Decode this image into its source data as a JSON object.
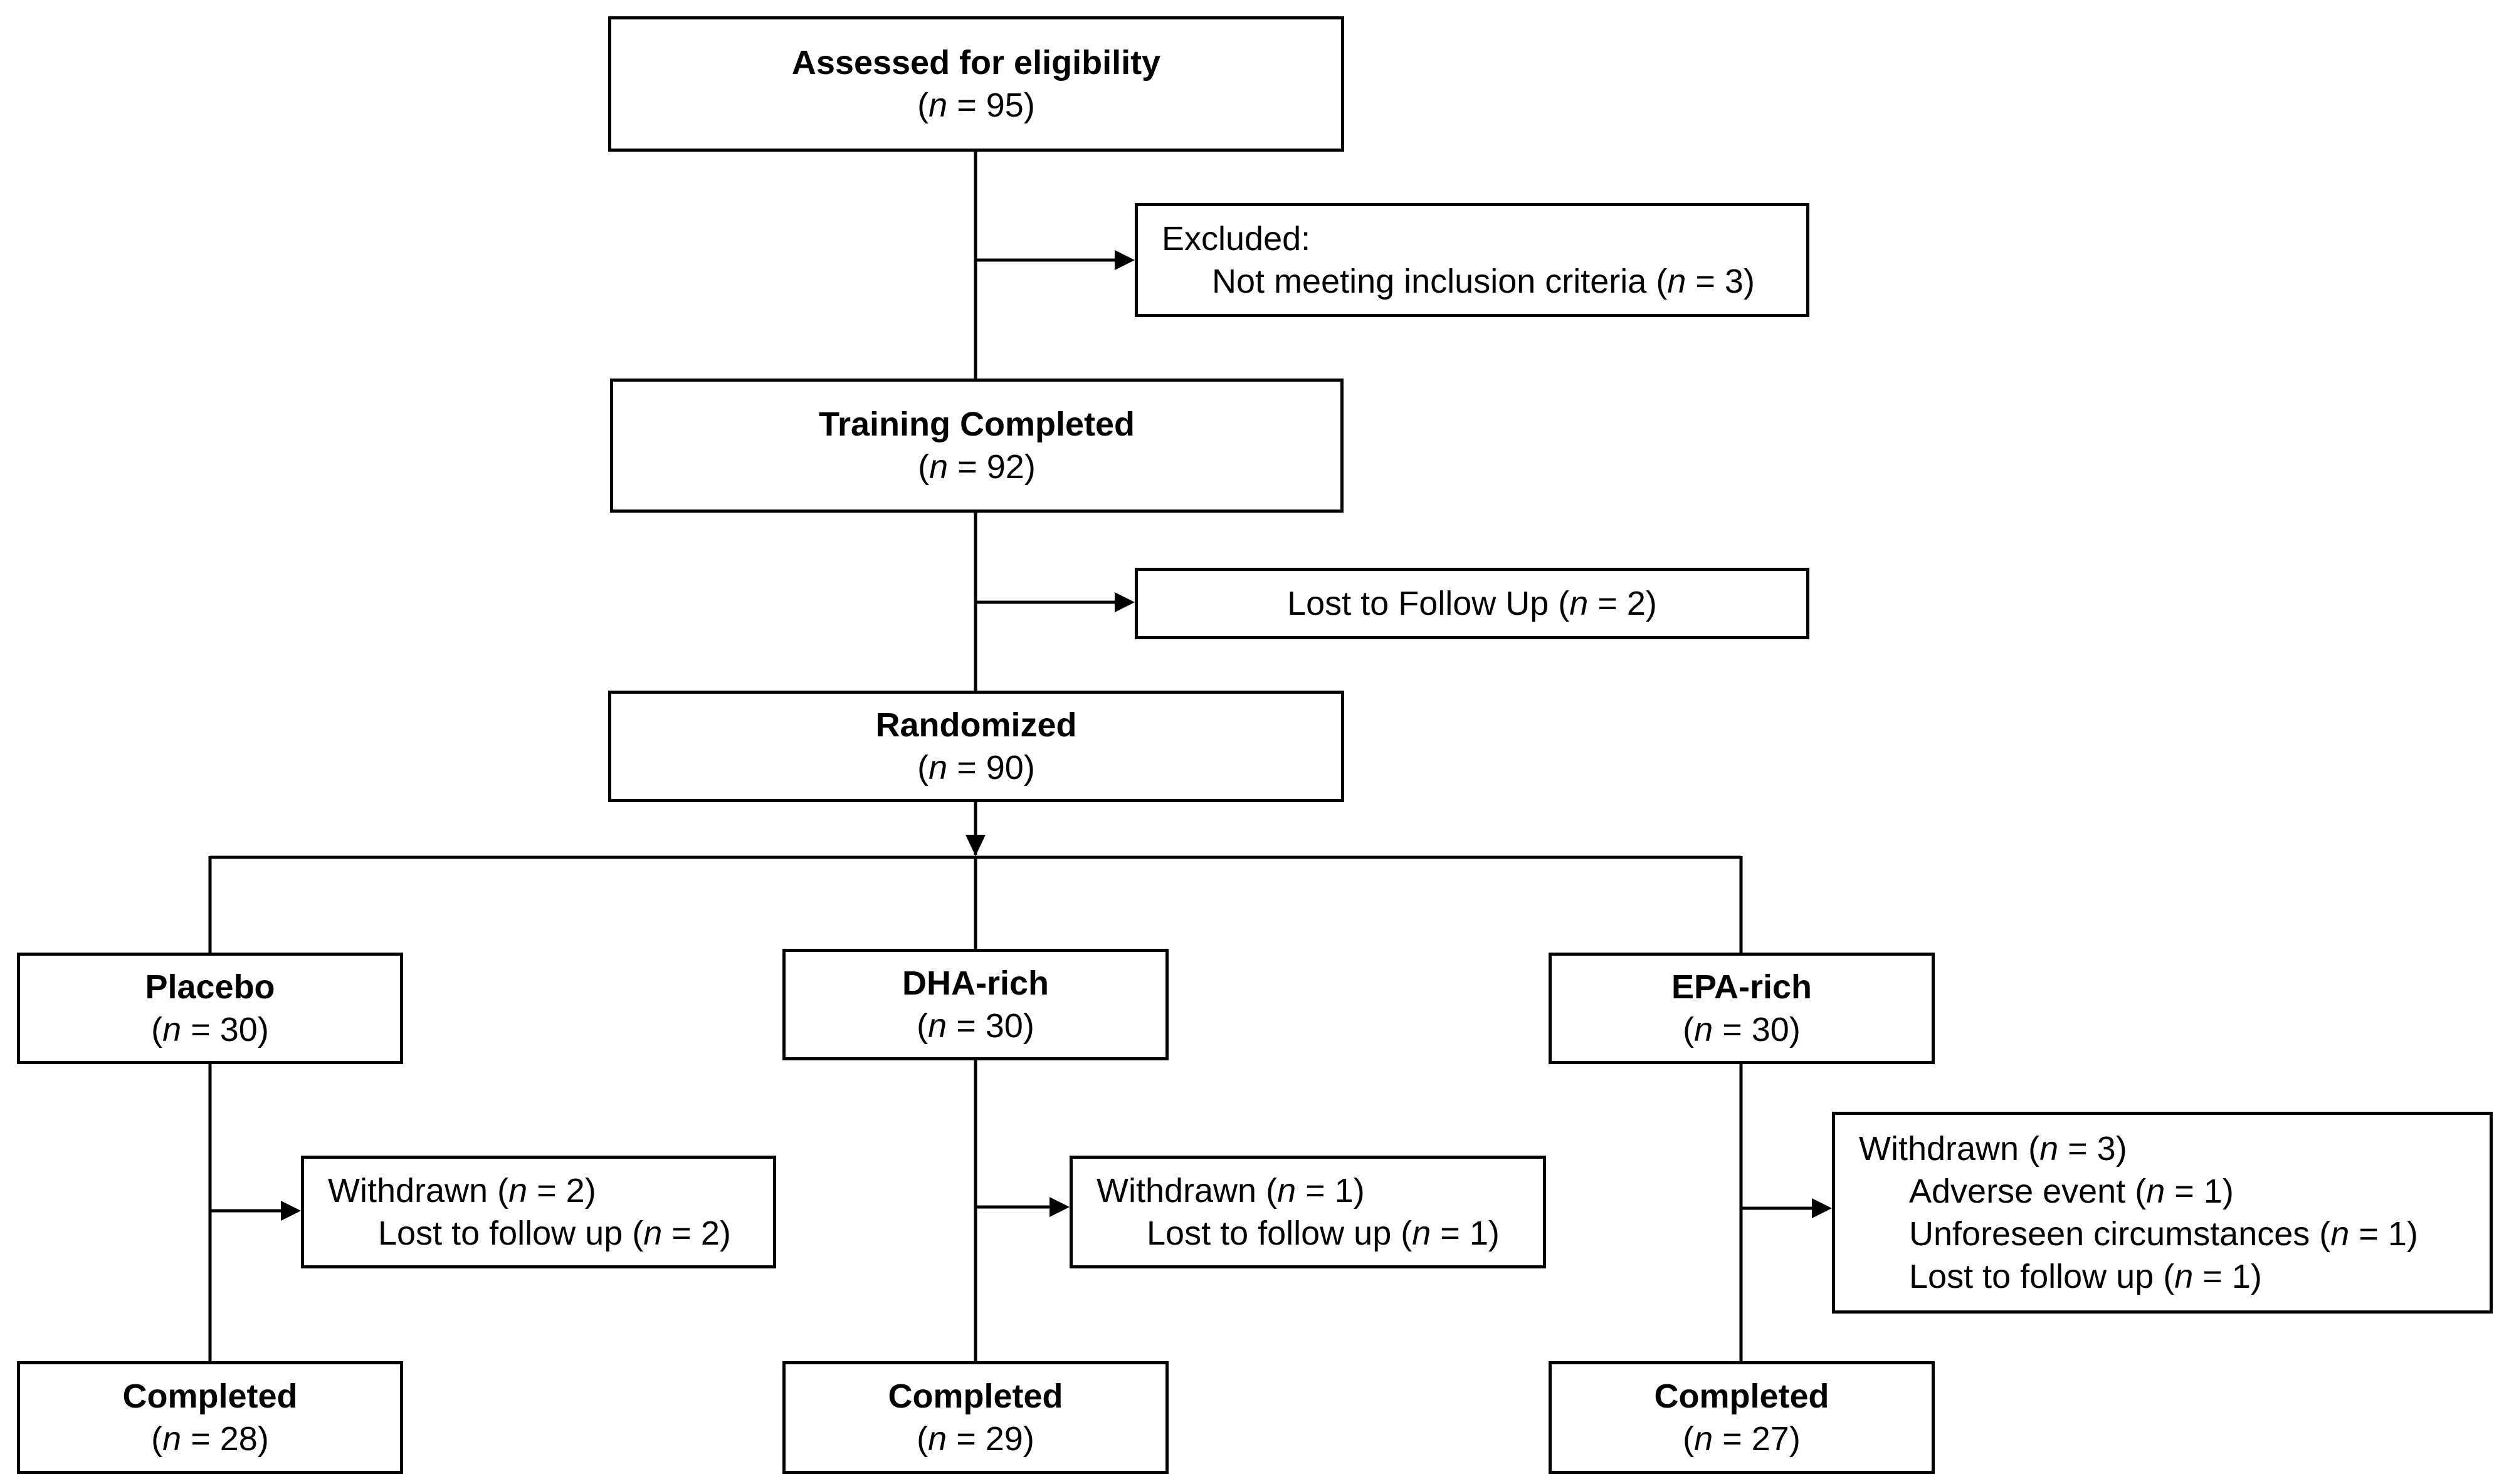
{
  "assessed": {
    "title": "Assessed for eligibility",
    "n": "95"
  },
  "excluded": {
    "heading": "Excluded:",
    "reason": "Not meeting inclusion criteria",
    "n": "3"
  },
  "training": {
    "title": "Training Completed",
    "n": "92"
  },
  "lost_followup": {
    "label": "Lost to Follow Up",
    "n": "2"
  },
  "randomized": {
    "title": "Randomized",
    "n": "90"
  },
  "arms": [
    {
      "title": "Placebo",
      "n": "30",
      "withdrawn": {
        "label": "Withdrawn",
        "n": "2",
        "reasons": [
          {
            "label": "Lost to follow up",
            "n": "2"
          }
        ]
      },
      "completed": {
        "title": "Completed",
        "n": "28"
      }
    },
    {
      "title": "DHA-rich",
      "n": "30",
      "withdrawn": {
        "label": "Withdrawn",
        "n": "1",
        "reasons": [
          {
            "label": "Lost to follow up",
            "n": "1"
          }
        ]
      },
      "completed": {
        "title": "Completed",
        "n": "29"
      }
    },
    {
      "title": "EPA-rich",
      "n": "30",
      "withdrawn": {
        "label": "Withdrawn",
        "n": "3",
        "reasons": [
          {
            "label": "Adverse event",
            "n": "1"
          },
          {
            "label": "Unforeseen circumstances",
            "n": "1"
          },
          {
            "label": "Lost to follow up",
            "n": "1"
          }
        ]
      },
      "completed": {
        "title": "Completed",
        "n": "27"
      }
    }
  ],
  "labels": {
    "n_symbol": "n",
    "equals": " = "
  }
}
